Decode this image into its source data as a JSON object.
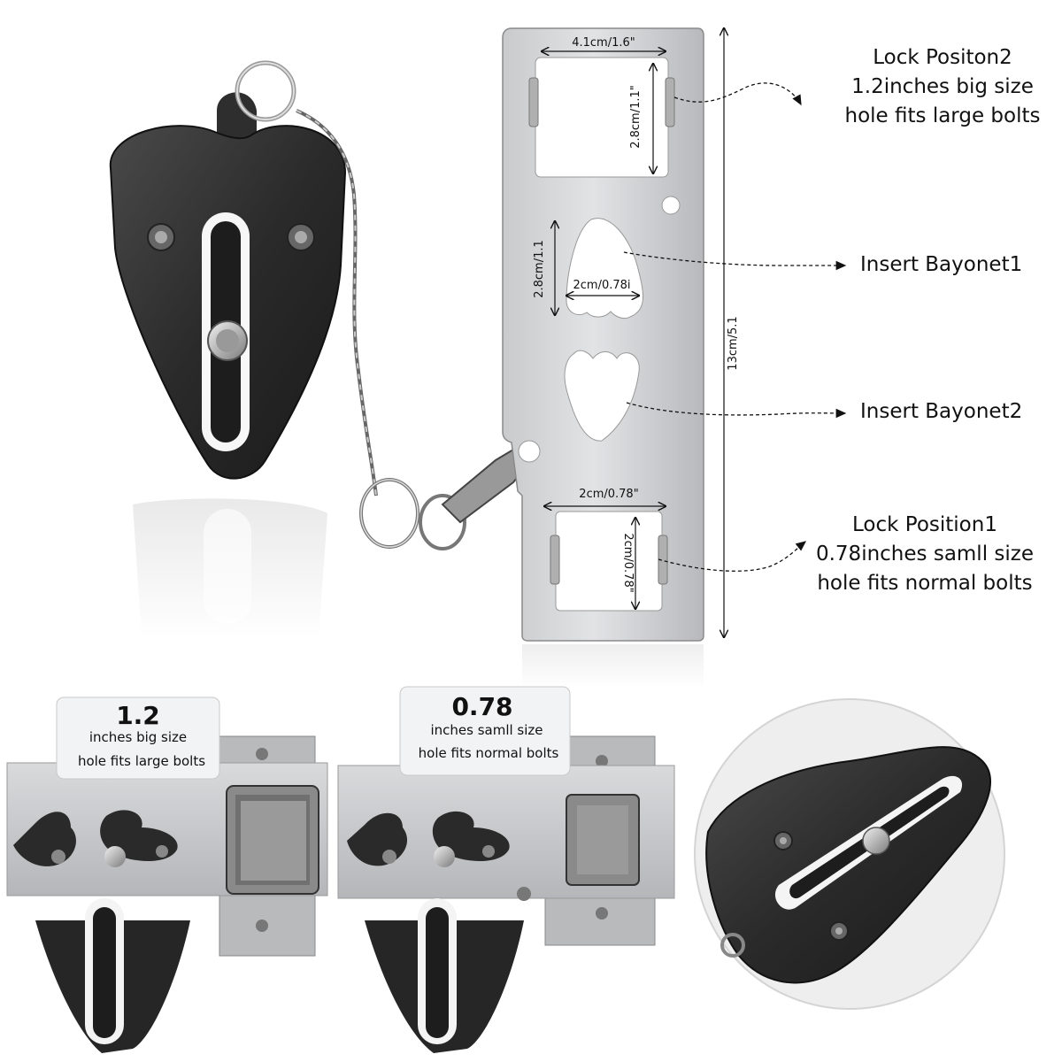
{
  "dimensions": {
    "top_hole_width": "4.1cm/1.6\"",
    "top_hole_height": "2.8cm/1.1\"",
    "bayonet_height": "2.8cm/1.1",
    "bayonet_width": "2cm/0.78i",
    "bottom_hole_width": "2cm/0.78\"",
    "bottom_hole_height": "2cm/0.78\"",
    "plate_length": "13cm/5.1"
  },
  "callouts": {
    "lock_position2": [
      "Lock Positon2",
      "1.2inches big size",
      "hole fits large bolts"
    ],
    "insert_bayonet1": "Insert Bayonet1",
    "insert_bayonet2": "Insert Bayonet2",
    "lock_position1": [
      "Lock Position1",
      "0.78inches samll size",
      "hole fits normal bolts"
    ]
  },
  "tags": {
    "large": {
      "number": "1.2",
      "line1": "inches big size",
      "line2": "hole fits large bolts"
    },
    "small": {
      "number": "0.78",
      "line1": "inches samll size",
      "line2": "hole fits normal bolts"
    }
  },
  "icons": [
    "lock-body-icon",
    "metal-plate-icon",
    "chain-icon",
    "keyring-icon",
    "door-bolt-icon"
  ]
}
